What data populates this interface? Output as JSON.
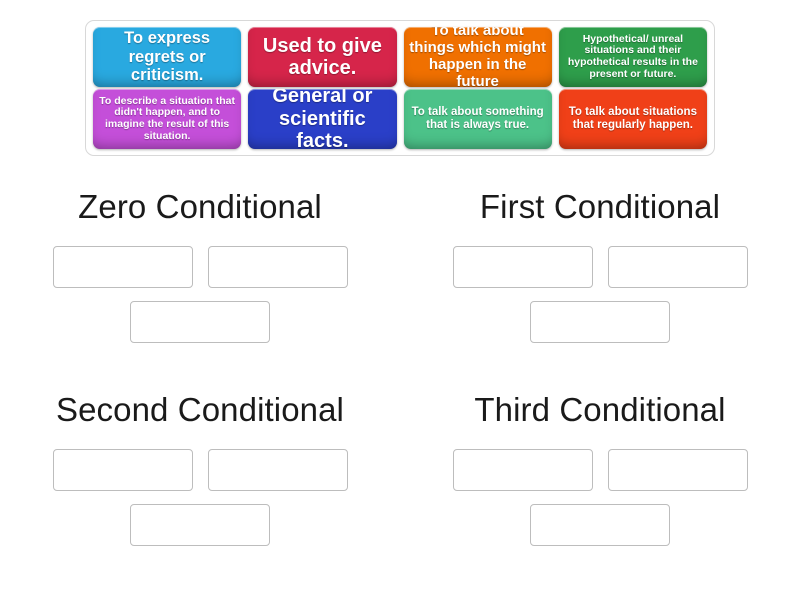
{
  "activity": {
    "type": "group-sort",
    "tray": {
      "tiles": [
        {
          "label": "To express regrets or criticism.",
          "color": "#29a9e0",
          "size": "lg"
        },
        {
          "label": "Used to give advice.",
          "color": "#d6254a",
          "size": "xl"
        },
        {
          "label": "To talk about things which might happen in the future",
          "color": "#f07000",
          "size": "md"
        },
        {
          "label": "Hypothetical/ unreal situations and their hypothetical results in the present or future.",
          "color": "#2e9e4b",
          "size": "xs"
        },
        {
          "label": "To describe a situation that didn't happen, and to imagine the result of this situation.",
          "color": "#c44fd9",
          "size": "xs"
        },
        {
          "label": "General or scientific facts.",
          "color": "#2a3fc8",
          "size": "xl"
        },
        {
          "label": "To talk about something that is always true.",
          "color": "#4cc289",
          "size": "sm"
        },
        {
          "label": "To talk about situations that regularly happen.",
          "color": "#f04018",
          "size": "sm"
        }
      ]
    },
    "groups": [
      {
        "title": "Zero Conditional",
        "slots": [
          "",
          "",
          ""
        ]
      },
      {
        "title": "First Conditional",
        "slots": [
          "",
          "",
          ""
        ]
      },
      {
        "title": "Second Conditional",
        "slots": [
          "",
          "",
          ""
        ]
      },
      {
        "title": "Third Conditional",
        "slots": [
          "",
          "",
          ""
        ]
      }
    ]
  },
  "colors": {
    "page_background": "#ffffff",
    "tray_border": "#d8d8d8",
    "slot_border": "#bdbdbd",
    "slot_fill": "#ffffff",
    "title_text": "#1a1a1a",
    "tile_text": "#ffffff"
  }
}
